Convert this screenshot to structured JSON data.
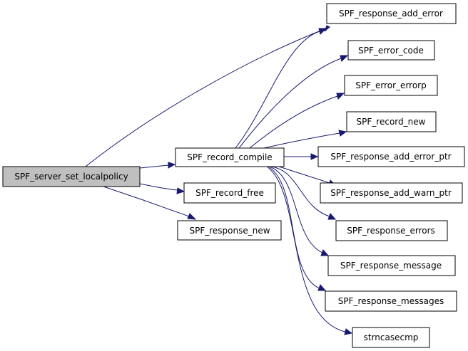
{
  "graph": {
    "nodes": [
      {
        "id": "root",
        "label": "SPF_server_set_localpolicy"
      },
      {
        "id": "compile",
        "label": "SPF_record_compile"
      },
      {
        "id": "free",
        "label": "SPF_record_free"
      },
      {
        "id": "resp_new",
        "label": "SPF_response_new"
      },
      {
        "id": "add_error",
        "label": "SPF_response_add_error"
      },
      {
        "id": "error_code",
        "label": "SPF_error_code"
      },
      {
        "id": "error_errorp",
        "label": "SPF_error_errorp"
      },
      {
        "id": "record_new",
        "label": "SPF_record_new"
      },
      {
        "id": "add_error_ptr",
        "label": "SPF_response_add_error_ptr"
      },
      {
        "id": "add_warn_ptr",
        "label": "SPF_response_add_warn_ptr"
      },
      {
        "id": "errors",
        "label": "SPF_response_errors"
      },
      {
        "id": "message",
        "label": "SPF_response_message"
      },
      {
        "id": "messages",
        "label": "SPF_response_messages"
      },
      {
        "id": "strncasecmp",
        "label": "strncasecmp"
      }
    ],
    "edges": [
      {
        "from": "root",
        "to": "add_error"
      },
      {
        "from": "root",
        "to": "compile"
      },
      {
        "from": "root",
        "to": "free"
      },
      {
        "from": "root",
        "to": "resp_new"
      },
      {
        "from": "compile",
        "to": "add_error"
      },
      {
        "from": "compile",
        "to": "error_code"
      },
      {
        "from": "compile",
        "to": "error_errorp"
      },
      {
        "from": "compile",
        "to": "record_new"
      },
      {
        "from": "compile",
        "to": "add_error_ptr"
      },
      {
        "from": "compile",
        "to": "add_warn_ptr"
      },
      {
        "from": "compile",
        "to": "errors"
      },
      {
        "from": "compile",
        "to": "message"
      },
      {
        "from": "compile",
        "to": "messages"
      },
      {
        "from": "compile",
        "to": "strncasecmp"
      }
    ]
  },
  "colors": {
    "edge": "#191970",
    "root_fill": "#bfbfbf",
    "node_fill": "#ffffff"
  }
}
